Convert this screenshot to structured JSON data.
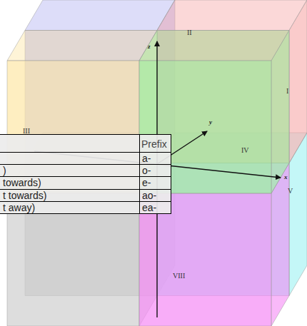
{
  "diagram": {
    "labels": [
      "II",
      "I",
      "III",
      "IV",
      "V",
      "VIII",
      "z",
      "y",
      "x",
      "Prefix",
      "a-",
      ")",
      "o-",
      "towards)",
      "e-",
      "t towards)",
      "ao-",
      "t away)",
      "ea-"
    ]
  }
}
